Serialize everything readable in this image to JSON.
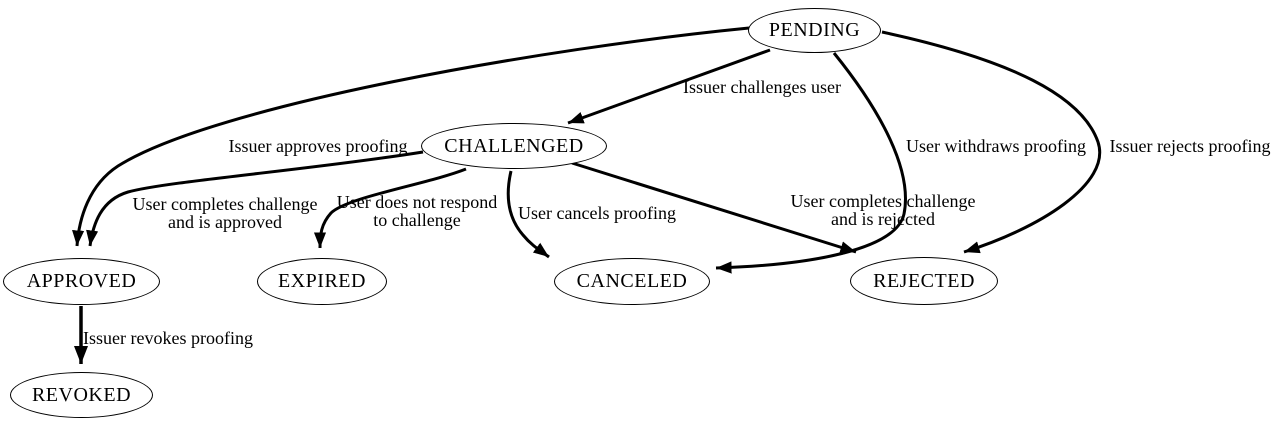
{
  "diagram": {
    "type": "state-machine-graph",
    "background_color": "#ffffff",
    "stroke_color": "#000000",
    "text_color": "#000000"
  },
  "nodes": [
    {
      "id": "pending",
      "label": "PENDING"
    },
    {
      "id": "challenged",
      "label": "CHALLENGED"
    },
    {
      "id": "approved",
      "label": "APPROVED"
    },
    {
      "id": "expired",
      "label": "EXPIRED"
    },
    {
      "id": "canceled",
      "label": "CANCELED"
    },
    {
      "id": "rejected",
      "label": "REJECTED"
    },
    {
      "id": "revoked",
      "label": "REVOKED"
    }
  ],
  "edges": [
    {
      "from": "PENDING",
      "to": "CHALLENGED",
      "label_lines": [
        "Issuer challenges user"
      ]
    },
    {
      "from": "PENDING",
      "to": "APPROVED",
      "label_lines": [
        "Issuer approves proofing"
      ]
    },
    {
      "from": "CHALLENGED",
      "to": "APPROVED",
      "label_lines": [
        "User completes challenge",
        "and is approved"
      ]
    },
    {
      "from": "CHALLENGED",
      "to": "EXPIRED",
      "label_lines": [
        "User does not respond",
        "to challenge"
      ]
    },
    {
      "from": "CHALLENGED",
      "to": "CANCELED",
      "label_lines": [
        "User cancels proofing"
      ]
    },
    {
      "from": "CHALLENGED",
      "to": "REJECTED",
      "label_lines": [
        "User completes challenge",
        "and is rejected"
      ]
    },
    {
      "from": "PENDING",
      "to": "CANCELED",
      "label_lines": [
        "User withdraws proofing"
      ]
    },
    {
      "from": "PENDING",
      "to": "REJECTED",
      "label_lines": [
        "Issuer rejects proofing"
      ]
    },
    {
      "from": "APPROVED",
      "to": "REVOKED",
      "label_lines": [
        "Issuer revokes proofing"
      ]
    }
  ]
}
